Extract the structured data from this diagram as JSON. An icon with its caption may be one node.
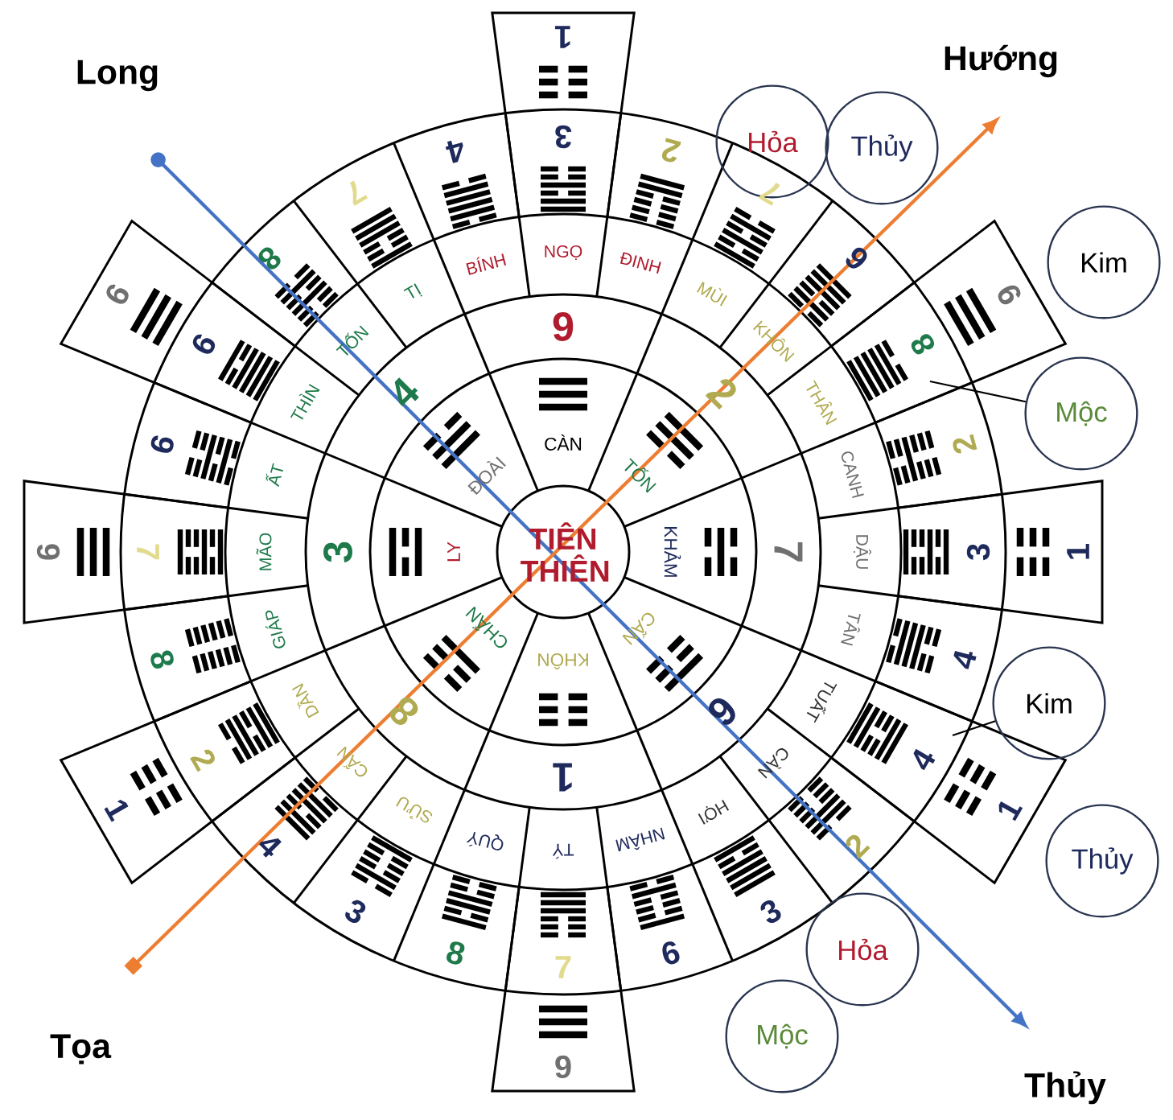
{
  "diagram": {
    "nodes": [
      {
        "text": [
          "Long"
        ]
      },
      {
        "text": [
          "Hướng"
        ]
      },
      {
        "text": [
          "Tọa"
        ]
      },
      {
        "text": [
          "Thủy"
        ]
      },
      {
        "text": [
          "Hỏa"
        ]
      },
      {
        "text": [
          "Thủy"
        ]
      },
      {
        "text": [
          "Kim"
        ]
      },
      {
        "text": [
          "Mộc"
        ]
      },
      {
        "text": [
          "Kim"
        ]
      },
      {
        "text": [
          "Thủy"
        ]
      },
      {
        "text": [
          "Hỏa"
        ]
      },
      {
        "text": [
          "Mộc"
        ]
      }
    ],
    "edges": [
      {
        "from": 0,
        "to": 3,
        "arrow": "to",
        "color": "#4472c4"
      },
      {
        "from": 2,
        "to": 1,
        "arrow": "to",
        "color": "#ed7d31"
      },
      {
        "from": 7,
        "to": null,
        "arrow": "none"
      },
      {
        "from": 8,
        "to": null,
        "arrow": "none"
      }
    ],
    "labels": [
      "TIÊN THIÊN",
      "CÀN",
      "TỐN",
      "KHẢM",
      "CẤN",
      "KHÔN",
      "CHẤN",
      "LY",
      "ĐOÀI",
      "9",
      "2",
      "7",
      "6",
      "1",
      "8",
      "3",
      "4",
      "NGỌ",
      "ĐINH",
      "MÙI",
      "KHÔN",
      "THÂN",
      "CANH",
      "DẬU",
      "TÂN",
      "TUẤT",
      "CÀN",
      "HỢI",
      "NHÂM",
      "TÝ",
      "QUÝ",
      "SỬU",
      "CẤN",
      "DẦN",
      "GIÁP",
      "MÃO",
      "ẤT",
      "THÌN",
      "TỐN",
      "TỊ",
      "BÍNH",
      "3",
      "2",
      "7",
      "6",
      "8",
      "2",
      "3",
      "4",
      "4",
      "2",
      "3",
      "6",
      "7",
      "8",
      "3",
      "4",
      "2",
      "8",
      "7",
      "9",
      "9",
      "8",
      "7",
      "4",
      "1",
      "9",
      "1",
      "1",
      "9",
      "1",
      "9",
      "9"
    ]
  }
}
